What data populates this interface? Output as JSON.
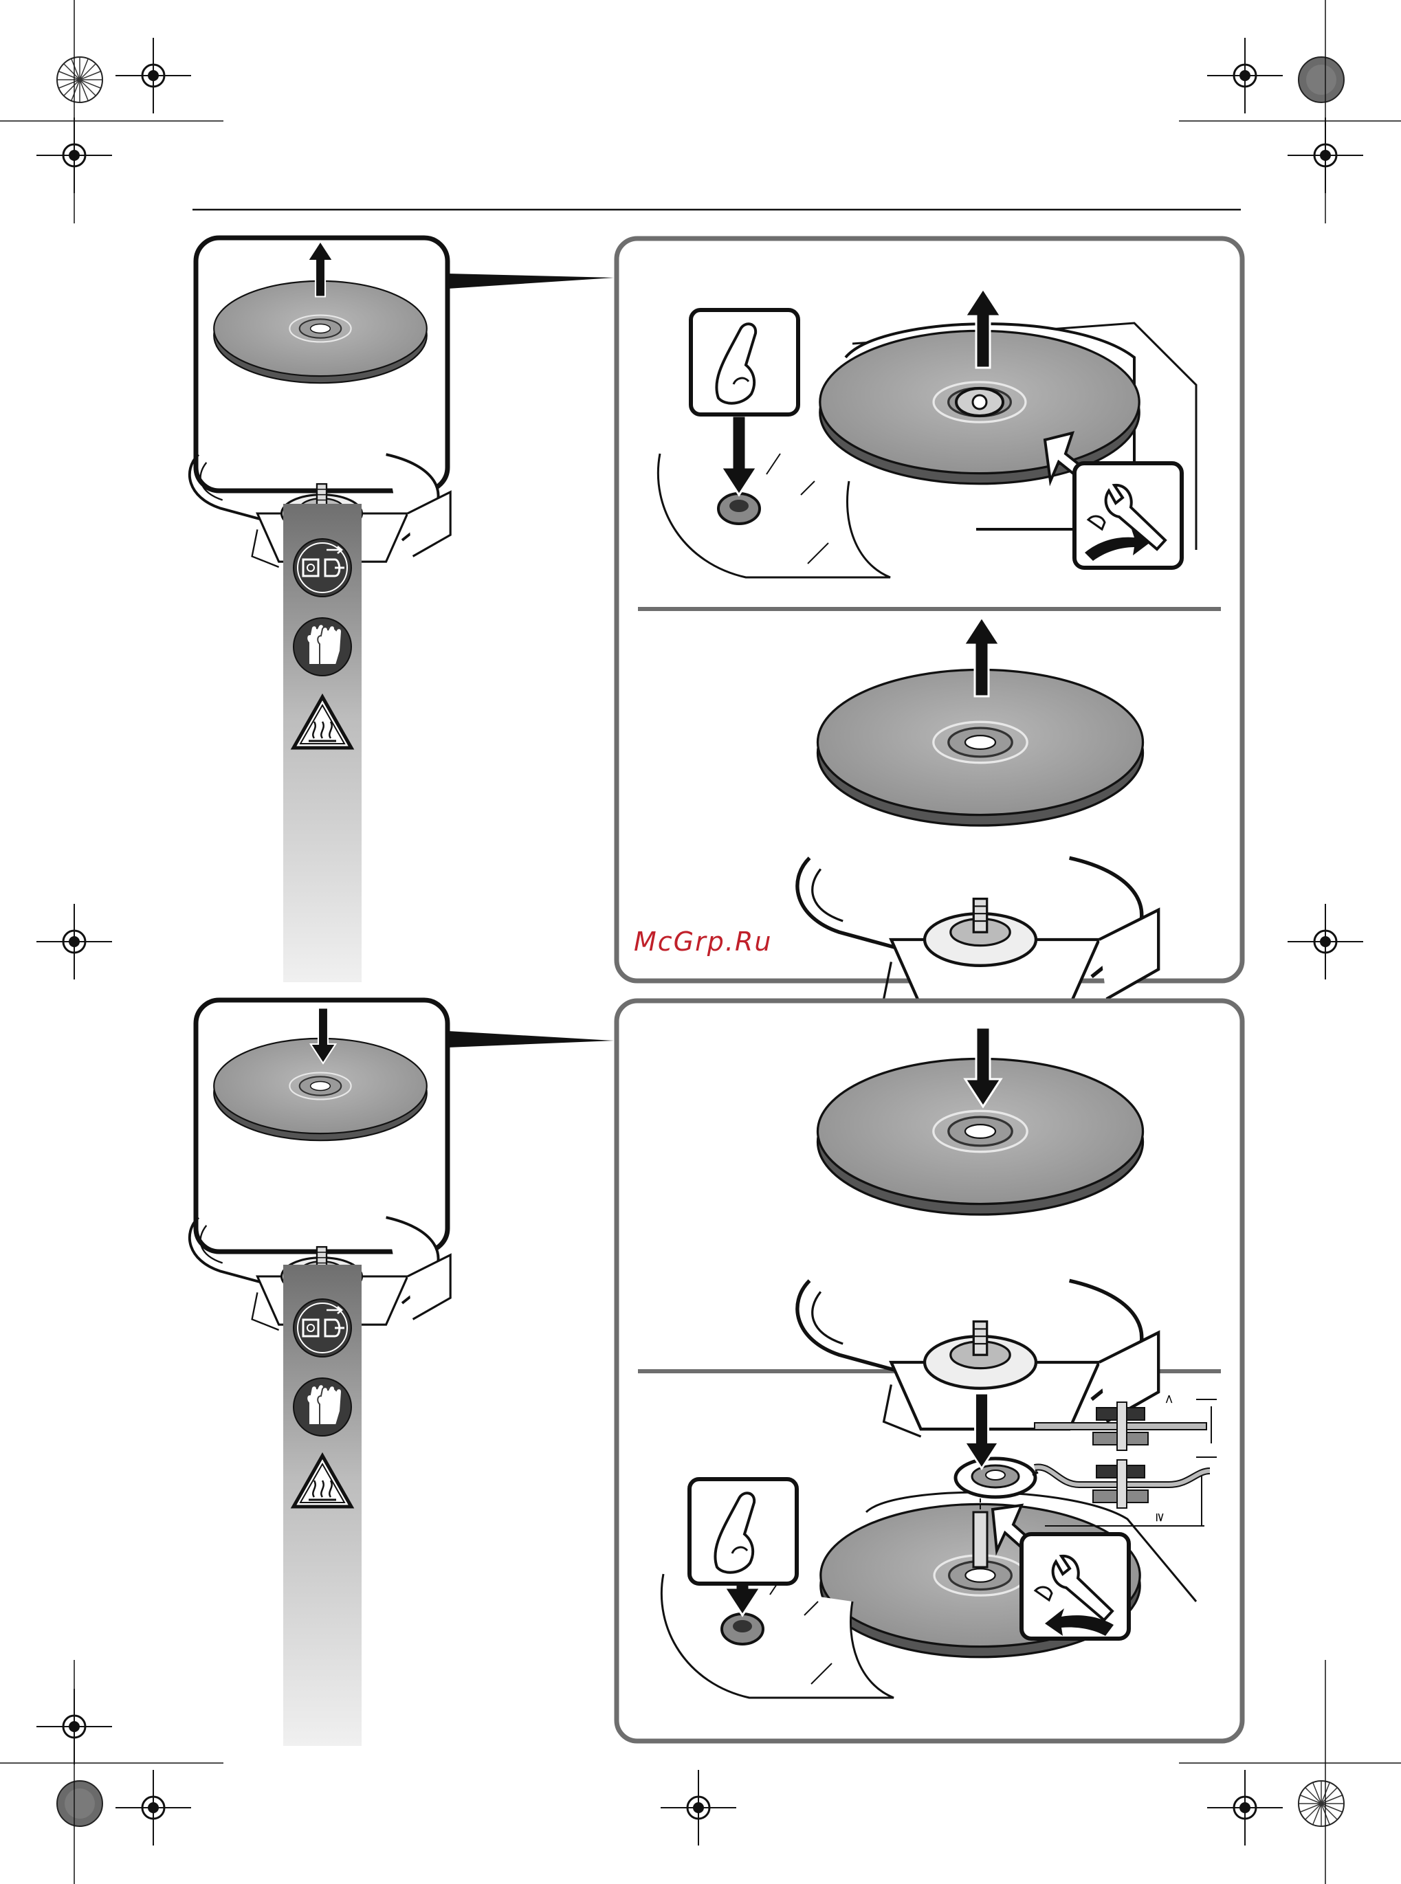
{
  "page": {
    "watermark": "McGrp.Ru",
    "background_color": "#ffffff",
    "accent_color": "#c0202a"
  },
  "sections": [
    {
      "id": "removal",
      "safety_icons": [
        "unplug-icon",
        "gloves-icon",
        "hot-surface-warning-icon"
      ],
      "steps": [
        "press-spindle-lock-and-loosen-nut",
        "lift-off-disc"
      ]
    },
    {
      "id": "installation",
      "safety_icons": [
        "unplug-icon",
        "gloves-icon",
        "hot-surface-warning-icon"
      ],
      "steps": [
        "place-disc-on-spindle",
        "fit-clamping-nut-and-tighten"
      ]
    }
  ],
  "nut_orientation_detail": {
    "symbols": [
      "<",
      "≥"
    ]
  }
}
